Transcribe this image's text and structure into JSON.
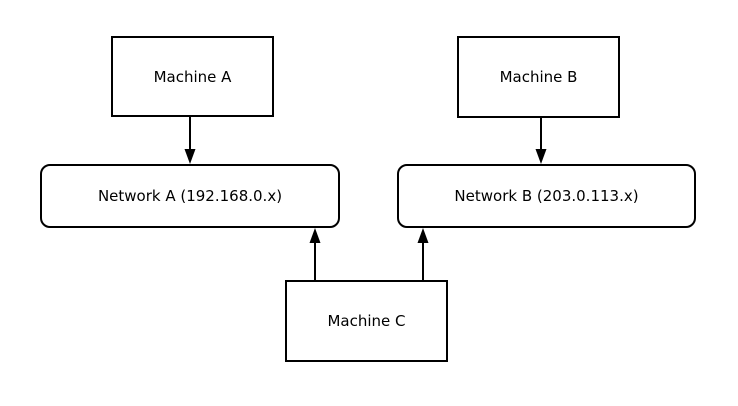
{
  "diagram": {
    "title": "",
    "colors": {
      "background": "#ffffff",
      "stroke": "#000000",
      "text": "#000000"
    },
    "nodes": {
      "machine_a": {
        "label": "Machine A",
        "shape": "rectangle"
      },
      "machine_b": {
        "label": "Machine B",
        "shape": "rectangle"
      },
      "network_a": {
        "label": "Network A (192.168.0.x)",
        "shape": "rounded-rectangle"
      },
      "network_b": {
        "label": "Network B (203.0.113.x)",
        "shape": "rounded-rectangle"
      },
      "machine_c": {
        "label": "Machine C",
        "shape": "rectangle"
      }
    },
    "edges": [
      {
        "from": "machine_a",
        "to": "network_a",
        "direction": "down"
      },
      {
        "from": "machine_b",
        "to": "network_b",
        "direction": "down"
      },
      {
        "from": "machine_c",
        "to": "network_a",
        "direction": "up"
      },
      {
        "from": "machine_c",
        "to": "network_b",
        "direction": "up"
      }
    ]
  }
}
